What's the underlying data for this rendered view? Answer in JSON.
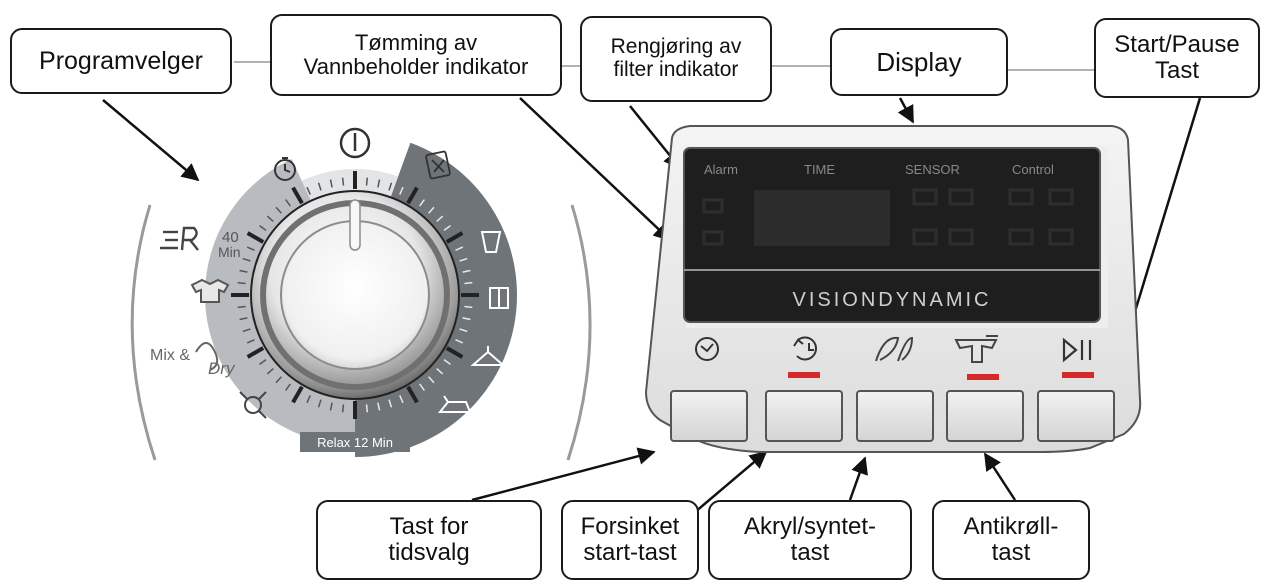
{
  "callouts": {
    "program_selector": "Programvelger",
    "tank_indicator": "Tømming av\nVannbeholder  indikator",
    "filter_indicator": "Rengjøring av\nfilter indikator",
    "display": "Display",
    "start_pause": "Start/Pause\nTast",
    "time_select_key": "Tast for\ntidsvalg",
    "delay_start_key": "Forsinket\nstart-tast",
    "acrylic_key": "Akryl/syntet-\ntast",
    "anticrease_key": "Antikrøll-\ntast"
  },
  "dial": {
    "label_40min_value": "40",
    "label_40min_unit": "Min",
    "label_mix_dry": "Mix &",
    "label_dry_script": "Dry",
    "label_relax": "Relax 12 Min",
    "icons": [
      "timer-icon",
      "power-icon",
      "shirt-program-icon",
      "tall-glass-icon",
      "cupboard-icon",
      "hanger-icon",
      "iron-icon",
      "fan-icon",
      "mix-dry-icon",
      "t-shirt-icon",
      "refresh-r-icon"
    ]
  },
  "panel": {
    "display_labels": [
      "Alarm",
      "TIME",
      "SENSOR",
      "Control"
    ],
    "brand": "VISIONDYNAMIC",
    "button_icons": [
      "clock-icon",
      "delay-timer-icon",
      "feather-icon",
      "anticrease-shirt-icon",
      "play-pause-icon"
    ]
  },
  "colors": {
    "outline": "#1a1a1a",
    "display_bg": "#1e1e1e",
    "led_red": "#d42a2a",
    "dial_dark": "#6f7479",
    "dial_light": "#b8bcc0"
  }
}
